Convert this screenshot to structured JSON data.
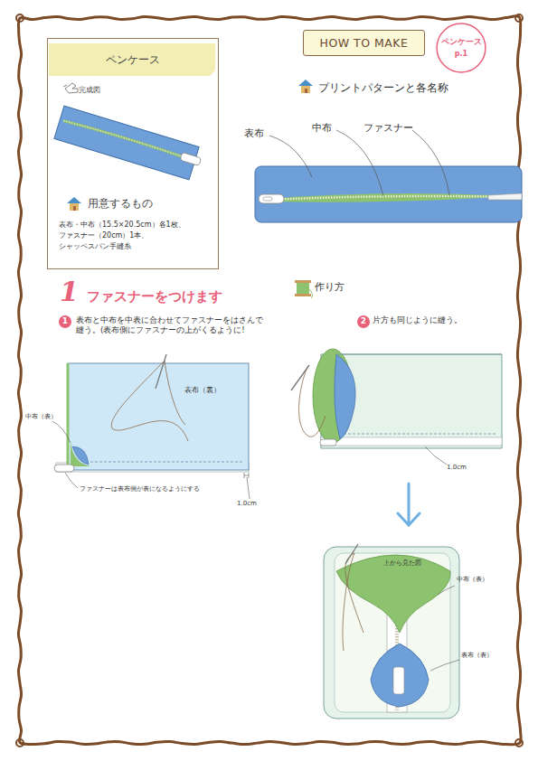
{
  "diagram": {
    "nodes": [
      {
        "text": [
          "ペンケース",
          "完成図",
          "用意するもの",
          "表布・中布（15.5×20.5cm）各1枚、 ファスナー（20cm）1本、 シャッペスパン手縫糸"
        ]
      },
      {
        "text": [
          "HOW TO MAKE"
        ]
      },
      {
        "text": [
          "ペンケース",
          "p.1"
        ]
      },
      {
        "text": [
          "1"
        ]
      },
      {
        "text": [
          "2"
        ]
      }
    ],
    "edges": [],
    "labels": [
      "プリントパターンと各名称",
      "表布",
      "中布",
      "ファスナー",
      "作り方",
      "1",
      "ファスナーをつけます",
      "表布と中布を中表に合わせてファスナーをはさんで 縫う。(表布側にファスナーの上がくるように!",
      "片方も同じように縫う。",
      "表布（裏）",
      "中布（表）",
      "ファスナーは表布側が表になるようにする",
      "1.0cm",
      "1.0cm",
      "上から見た図",
      "中布（表）",
      "表布（表）"
    ]
  }
}
